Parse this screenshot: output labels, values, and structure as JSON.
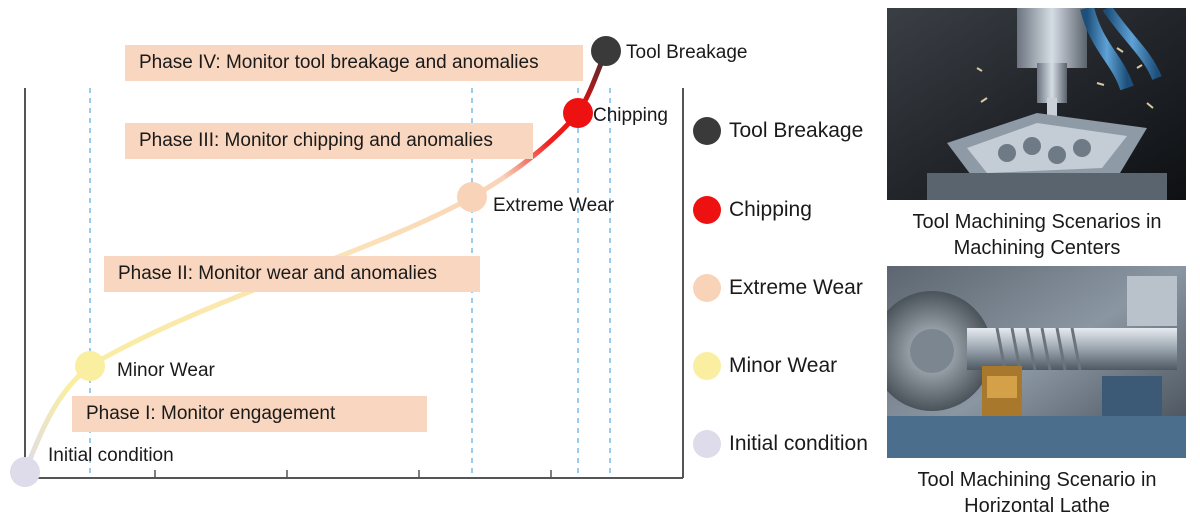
{
  "phases": [
    {
      "label": "Phase IV: Monitor tool breakage and anomalies"
    },
    {
      "label": "Phase III: Monitor chipping and anomalies"
    },
    {
      "label": "Phase II: Monitor wear and anomalies"
    },
    {
      "label": "Phase I: Monitor engagement"
    }
  ],
  "stages": [
    {
      "label": "Initial condition",
      "color": "#dedbea"
    },
    {
      "label": "Minor Wear",
      "color": "#faeea0"
    },
    {
      "label": "Extreme Wear",
      "color": "#f9d3b8"
    },
    {
      "label": "Chipping",
      "color": "#ee1111"
    },
    {
      "label": "Tool Breakage",
      "color": "#3a3a3a"
    }
  ],
  "legend": [
    {
      "label": "Tool Breakage",
      "color": "#3a3a3a"
    },
    {
      "label": "Chipping",
      "color": "#ee1111"
    },
    {
      "label": "Extreme Wear",
      "color": "#f9d3b8"
    },
    {
      "label": "Minor Wear",
      "color": "#faeea0"
    },
    {
      "label": "Initial condition",
      "color": "#dedbea"
    }
  ],
  "photos": [
    {
      "caption_line1": "Tool Machining Scenarios in",
      "caption_line2": "Machining Centers"
    },
    {
      "caption_line1": "Tool Machining Scenario in",
      "caption_line2": "Horizontal Lathe"
    }
  ]
}
